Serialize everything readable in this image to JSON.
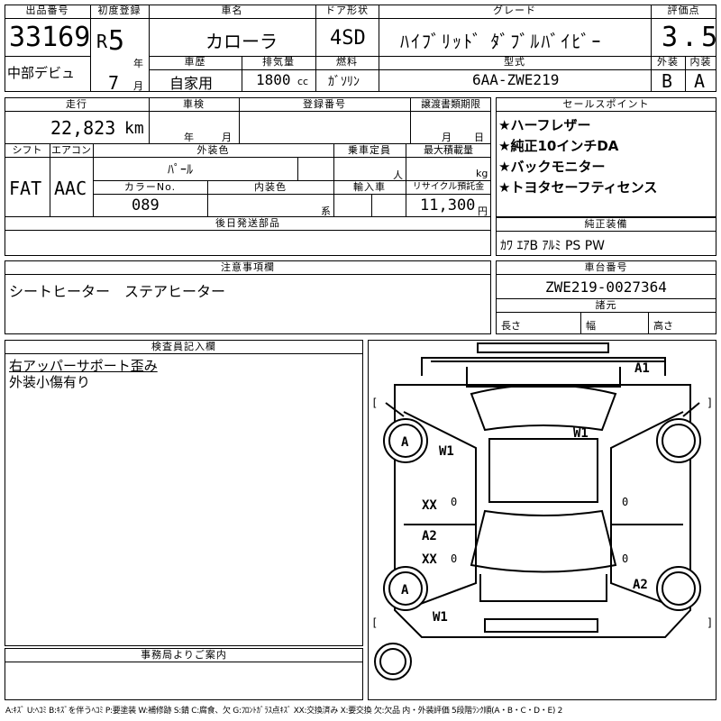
{
  "header": {
    "lot_label": "出品番号",
    "lot_no": "33169",
    "first_reg_label": "初度登録",
    "era": "R",
    "year": "5",
    "year_unit": "年",
    "month": "7",
    "month_unit": "月",
    "car_name_label": "車名",
    "car_name": "カローラ",
    "door_label": "ドア形状",
    "door": "4SD",
    "grade_label": "グレード",
    "grade": "ﾊｲﾌﾞﾘｯﾄﾞ ﾀﾞﾌﾞﾙﾊﾞｲﾋﾞｰ",
    "score_label": "評価点",
    "score": "3.5",
    "exterior_label": "外装",
    "exterior": "B",
    "interior_label": "内装",
    "interior": "A",
    "debut": "中部デビュ",
    "history_label": "車歴",
    "history": "自家用",
    "displacement_label": "排気量",
    "displacement": "1800",
    "displacement_unit": "cc",
    "fuel_label": "燃料",
    "fuel": "ｶﾞｿﾘﾝ",
    "model_label": "型式",
    "model": "6AA-ZWE219"
  },
  "mid": {
    "mileage_label": "走行",
    "mileage": "22,823",
    "mileage_unit": "km",
    "inspection_label": "車検",
    "insp_year_unit": "年",
    "insp_month_unit": "月",
    "reg_no_label": "登録番号",
    "transfer_label": "譲渡書類期限",
    "transfer_month_unit": "月",
    "transfer_day_unit": "日",
    "shift_label": "シフト",
    "shift": "FAT",
    "ac_label": "エアコン",
    "ac": "AAC",
    "ext_color_label": "外装色",
    "ext_color": "ﾊﾟｰﾙ",
    "capacity_label": "乗車定員",
    "capacity_unit": "人",
    "load_label": "最大積載量",
    "load_unit": "kg",
    "color_no_label": "カラーNo.",
    "color_no": "089",
    "int_color_label": "内装色",
    "int_color_unit": "系",
    "import_label": "輸入車",
    "recycle_label": "リサイクル預託金",
    "recycle": "11,300",
    "recycle_unit": "円",
    "later_parts_label": "後日発送部品"
  },
  "sales": {
    "label": "セールスポイント",
    "items": [
      "★ハーフレザー",
      "★純正10インチDA",
      "★バックモニター",
      "★トヨタセーフティセンス"
    ]
  },
  "equipment": {
    "label": "純正装備",
    "value": "ｶﾜ ｴｱB ｱﾙﾐ PS PW"
  },
  "notes": {
    "label": "注意事項欄",
    "value": "シートヒーター　ステアヒーター"
  },
  "chassis": {
    "label": "車台番号",
    "value": "ZWE219-0027364",
    "dims_label": "諸元",
    "length": "長さ",
    "width": "幅",
    "height": "高さ"
  },
  "inspector": {
    "label": "検査員記入欄",
    "lines": [
      "右アッパーサポート歪み",
      "外装小傷有り"
    ]
  },
  "office": {
    "label": "事務局よりご案内"
  },
  "diagram": {
    "marks": {
      "a1": "A1",
      "w1_roof": "W1",
      "a_left_front": "A",
      "w1_left_front": "W1",
      "xx_door1": "XX",
      "a2_door": "A2",
      "xx_door2": "XX",
      "a_left_rear": "A",
      "w1_left_rear": "W1",
      "a2_right": "A2"
    },
    "zero": "0",
    "bracket_l": "[",
    "bracket_r": "]"
  },
  "legend": "A:ｷｽﾞ U:ﾍｺﾐ B:ｷｽﾞを伴うﾍｺﾐ P:要塗装 W:補修跡 S:錆 C:腐食、欠 G:ﾌﾛﾝﾄｶﾞﾗｽ点ｷｽﾞ XX:交換済み X:要交換 欠:欠品 内・外装評価 5段階ﾗﾝｸ順(A・B・C・D・E) 2"
}
